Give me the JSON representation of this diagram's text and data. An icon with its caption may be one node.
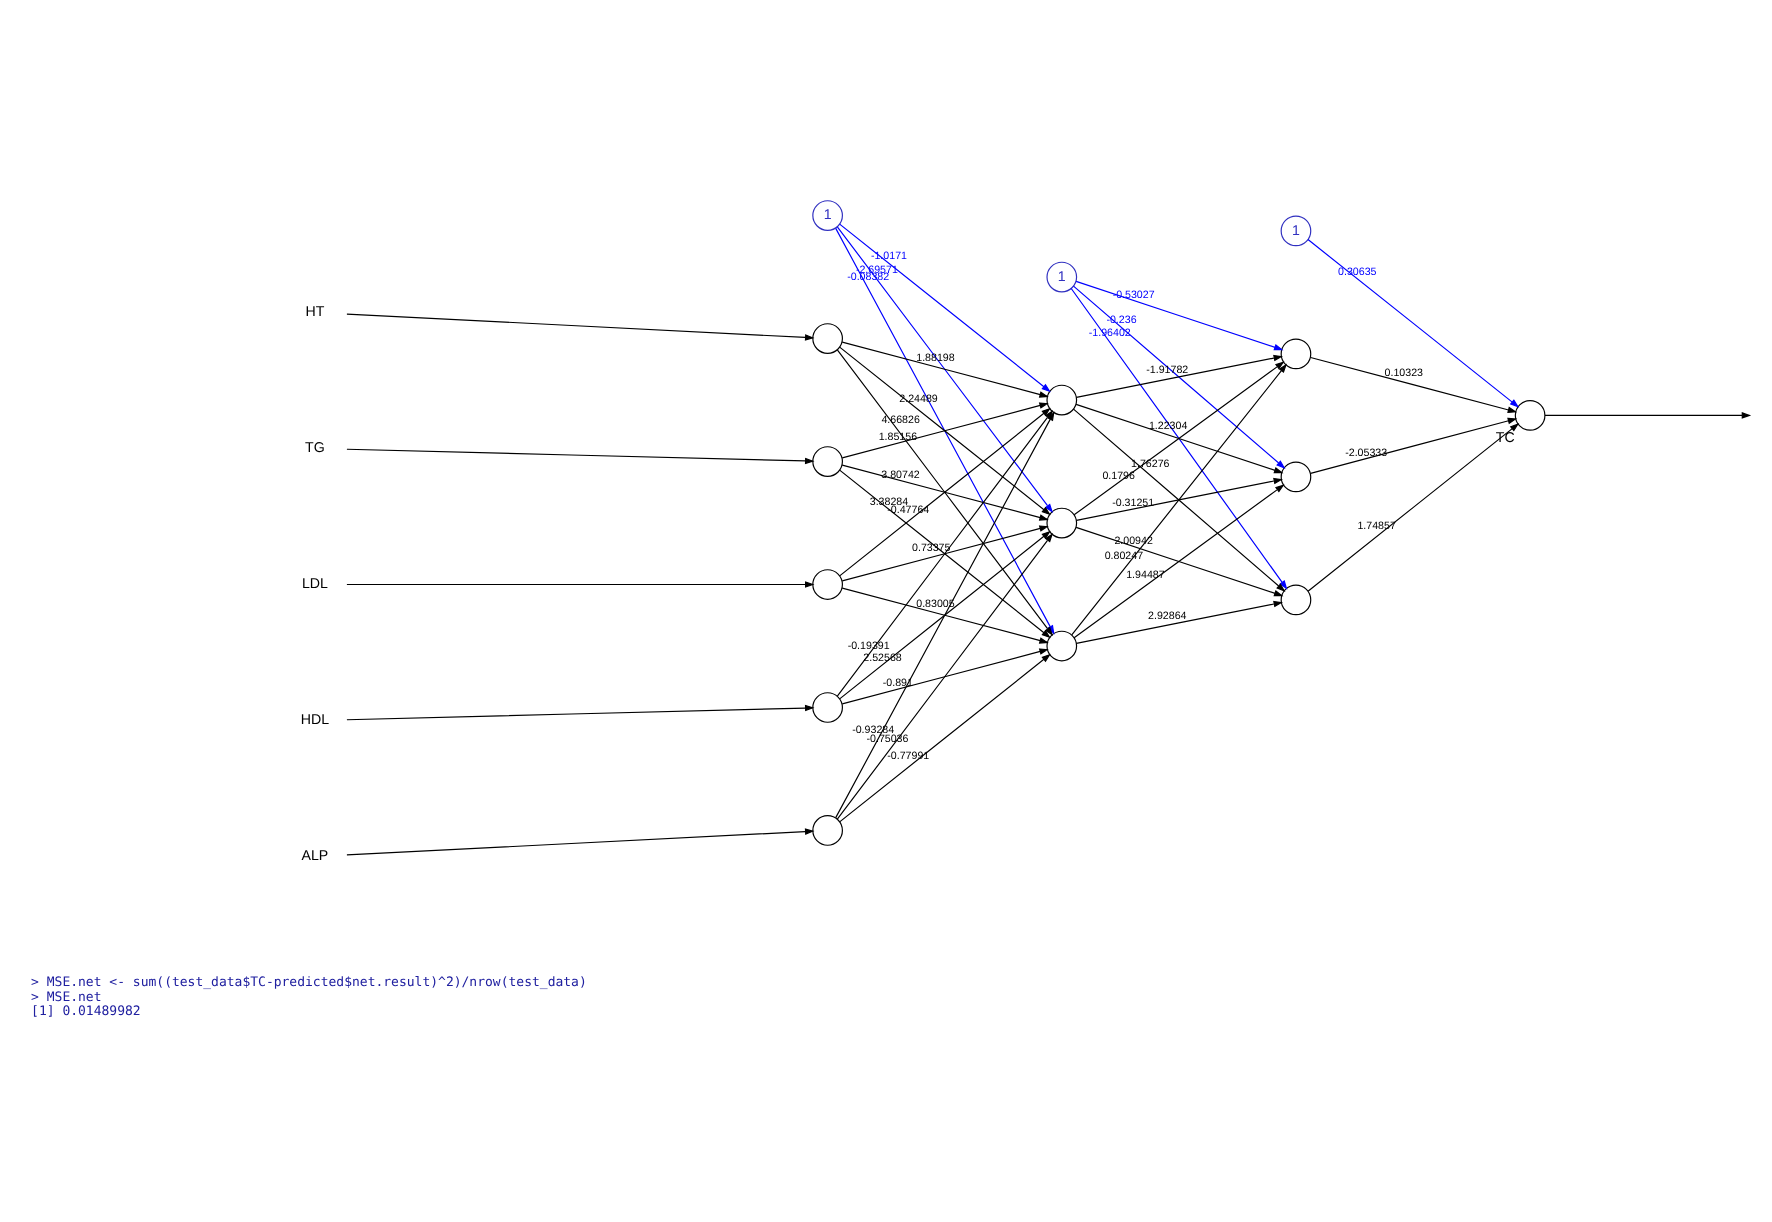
{
  "diagram": {
    "nodes": [
      {
        "text": [
          "1"
        ]
      },
      {
        "text": [
          "1"
        ]
      },
      {
        "text": [
          "1"
        ]
      },
      {
        "text": [
          "HT"
        ]
      },
      {
        "text": [
          "TG"
        ]
      },
      {
        "text": [
          "LDL"
        ]
      },
      {
        "text": [
          "HDL"
        ]
      },
      {
        "text": [
          "ALP"
        ]
      },
      {
        "text": [],
        "shape": "circle"
      },
      {
        "text": [],
        "shape": "circle"
      },
      {
        "text": [],
        "shape": "circle"
      },
      {
        "text": [],
        "shape": "circle"
      },
      {
        "text": [],
        "shape": "circle"
      },
      {
        "text": [],
        "shape": "circle"
      },
      {
        "text": [],
        "shape": "circle"
      },
      {
        "text": [],
        "shape": "circle"
      },
      {
        "text": [],
        "shape": "circle"
      },
      {
        "text": [],
        "shape": "circle"
      },
      {
        "text": [],
        "shape": "circle"
      },
      {
        "text": [],
        "shape": "circle",
        "beside": [
          "TC"
        ]
      }
    ],
    "edges": [
      {
        "from": 3,
        "to": 8,
        "arrow": "to"
      },
      {
        "from": 4,
        "to": 9,
        "arrow": "to"
      },
      {
        "from": 5,
        "to": 10,
        "arrow": "to"
      },
      {
        "from": 6,
        "to": 11,
        "arrow": "to"
      },
      {
        "from": 7,
        "to": 12,
        "arrow": "to"
      },
      {
        "from": 8,
        "to": 13,
        "arrow": "to",
        "label": "1.88198"
      },
      {
        "from": 8,
        "to": 14,
        "arrow": "to",
        "label": "2.24489"
      },
      {
        "from": 8,
        "to": 15,
        "arrow": "to",
        "label": "4.66826"
      },
      {
        "from": 9,
        "to": 13,
        "arrow": "to",
        "label": "1.85156"
      },
      {
        "from": 9,
        "to": 14,
        "arrow": "to",
        "label": "3.80742"
      },
      {
        "from": 9,
        "to": 15,
        "arrow": "to",
        "label": "3.38284"
      },
      {
        "from": 10,
        "to": 13,
        "arrow": "to",
        "label": "-0.47764"
      },
      {
        "from": 10,
        "to": 14,
        "arrow": "to",
        "label": "0.73375"
      },
      {
        "from": 10,
        "to": 15,
        "arrow": "to",
        "label": "0.83005"
      },
      {
        "from": 11,
        "to": 13,
        "arrow": "to",
        "label": "-0.19391"
      },
      {
        "from": 11,
        "to": 14,
        "arrow": "to",
        "label": "2.52568"
      },
      {
        "from": 11,
        "to": 15,
        "arrow": "to",
        "label": "-0.891"
      },
      {
        "from": 12,
        "to": 13,
        "arrow": "to",
        "label": "-0.93284"
      },
      {
        "from": 12,
        "to": 14,
        "arrow": "to",
        "label": "-0.75036"
      },
      {
        "from": 12,
        "to": 15,
        "arrow": "to",
        "label": "-0.77991"
      },
      {
        "from": 0,
        "to": 13,
        "arrow": "to",
        "label": "-1.0171",
        "color": "#0000ff"
      },
      {
        "from": 0,
        "to": 14,
        "arrow": "to",
        "label": "-2.69571",
        "color": "#0000ff"
      },
      {
        "from": 0,
        "to": 15,
        "arrow": "to",
        "label": "-0.08382",
        "color": "#0000ff"
      },
      {
        "from": 13,
        "to": 16,
        "arrow": "to",
        "label": "-1.91782"
      },
      {
        "from": 13,
        "to": 17,
        "arrow": "to",
        "label": "1.22304"
      },
      {
        "from": 13,
        "to": 18,
        "arrow": "to",
        "label": "1.76276"
      },
      {
        "from": 14,
        "to": 16,
        "arrow": "to",
        "label": "0.1796"
      },
      {
        "from": 14,
        "to": 17,
        "arrow": "to",
        "label": "-0.31251"
      },
      {
        "from": 14,
        "to": 18,
        "arrow": "to",
        "label": "2.00942"
      },
      {
        "from": 15,
        "to": 16,
        "arrow": "to",
        "label": "0.80247"
      },
      {
        "from": 15,
        "to": 17,
        "arrow": "to",
        "label": "1.94487"
      },
      {
        "from": 15,
        "to": 18,
        "arrow": "to",
        "label": "2.92864"
      },
      {
        "from": 1,
        "to": 16,
        "arrow": "to",
        "label": "-0.53027",
        "color": "#0000ff"
      },
      {
        "from": 1,
        "to": 17,
        "arrow": "to",
        "label": "-0.236",
        "color": "#0000ff"
      },
      {
        "from": 1,
        "to": 18,
        "arrow": "to",
        "label": "-1.96402",
        "color": "#0000ff"
      },
      {
        "from": 16,
        "to": 19,
        "arrow": "to",
        "label": "0.10323"
      },
      {
        "from": 17,
        "to": 19,
        "arrow": "to",
        "label": "-2.05333"
      },
      {
        "from": 18,
        "to": 19,
        "arrow": "to",
        "label": "1.74857"
      },
      {
        "from": 2,
        "to": 19,
        "arrow": "to",
        "label": "0.30635",
        "color": "#0000ff"
      },
      {
        "from": 19,
        "to": null,
        "arrow": "to"
      }
    ],
    "labels": [
      "> MSE.net <- sum((test_data$TC-predicted$net.result)^2)/nrow(test_data)",
      "> MSE.net",
      "[1] 0.01489982"
    ]
  }
}
